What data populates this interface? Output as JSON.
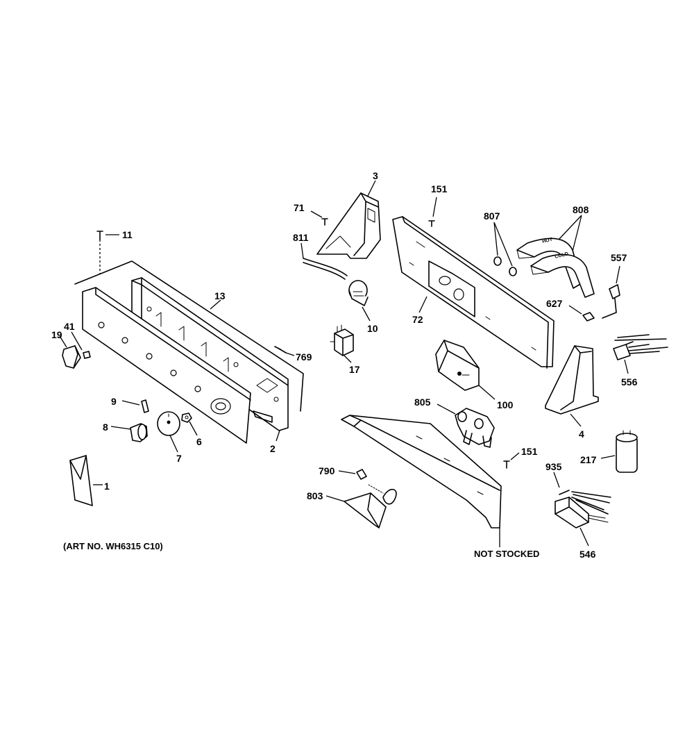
{
  "art_number": "(ART NO. WH6315 C10)",
  "not_stocked": "NOT STOCKED",
  "callouts": {
    "c1": "1",
    "c2": "2",
    "c3": "3",
    "c4": "4",
    "c6": "6",
    "c7": "7",
    "c8": "8",
    "c9": "9",
    "c10": "10",
    "c11": "11",
    "c13": "13",
    "c17": "17",
    "c19": "19",
    "c41": "41",
    "c71": "71",
    "c72": "72",
    "c100": "100",
    "c151a": "151",
    "c151b": "151",
    "c217": "217",
    "c546": "546",
    "c556": "556",
    "c557": "557",
    "c627": "627",
    "c769": "769",
    "c790": "790",
    "c803": "803",
    "c805": "805",
    "c807": "807",
    "c808": "808",
    "c811": "811",
    "c935": "935"
  },
  "hose_text": {
    "hot": "HOT",
    "cold": "COLD"
  }
}
